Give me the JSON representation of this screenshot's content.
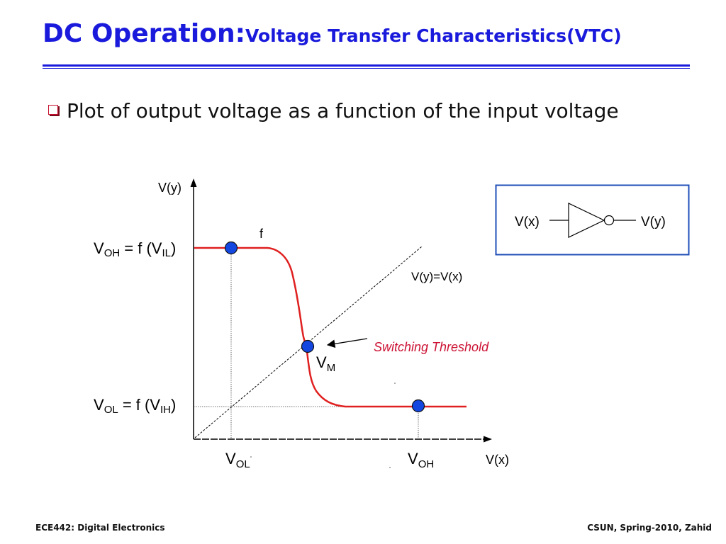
{
  "slide": {
    "title_main": "DC Operation:",
    "title_sub": "Voltage Transfer Characteristics(VTC)",
    "bullet": "Plot of output voltage as a function of the input voltage",
    "footer_left": "ECE442: Digital Electronics",
    "footer_right": "CSUN, Spring-2010, Zahid"
  },
  "colors": {
    "title": "#1a1adc",
    "curve": "#e02020",
    "marker_fill": "#1447e0",
    "annotation": "#cc1133",
    "inset_border": "#1f4fb8"
  },
  "diagram": {
    "y_axis_label": "V(y)",
    "x_axis_label": "V(x)",
    "curve_label": "f",
    "diag_label": "V(y)=V(x)",
    "switching_label": "Switching Threshold",
    "voh_label": {
      "main": "V",
      "sub": "OH",
      "rest": " = f (V",
      "sub2": "IL",
      "end": ")"
    },
    "vol_label": {
      "main": "V",
      "sub": "OL",
      "rest": " = f (V",
      "sub2": "IH",
      "end": ")"
    },
    "vm_label": {
      "main": "V",
      "sub": "M"
    },
    "x_vol_label": {
      "main": "V",
      "sub": "OL"
    },
    "x_voh_label": {
      "main": "V",
      "sub": "OH"
    },
    "inverter": {
      "input_label": "V(x)",
      "output_label": "V(y)"
    }
  }
}
